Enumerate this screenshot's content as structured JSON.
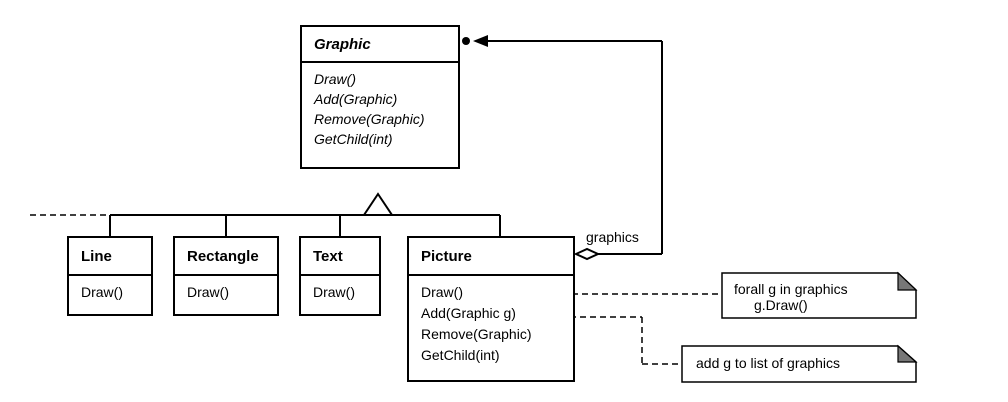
{
  "graphic": {
    "name": "Graphic",
    "operations": [
      "Draw()",
      "Add(Graphic)",
      "Remove(Graphic)",
      "GetChild(int)"
    ]
  },
  "line": {
    "name": "Line",
    "operations": [
      "Draw()"
    ]
  },
  "rectangle": {
    "name": "Rectangle",
    "operations": [
      "Draw()"
    ]
  },
  "text": {
    "name": "Text",
    "operations": [
      "Draw()"
    ]
  },
  "picture": {
    "name": "Picture",
    "operations": [
      "Draw()",
      "Add(Graphic g)",
      "Remove(Graphic)",
      "GetChild(int)"
    ]
  },
  "aggregation_label": "graphics",
  "notes": {
    "draw_note": [
      "forall g in graphics",
      "g.Draw()"
    ],
    "add_note": "add g to list of graphics"
  }
}
